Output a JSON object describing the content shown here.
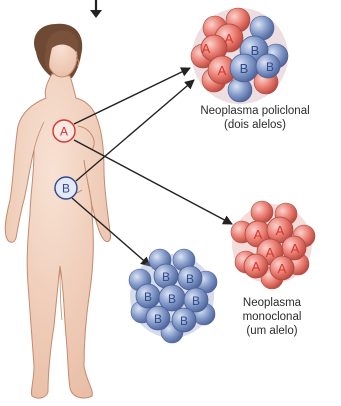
{
  "cells": {
    "a_label": "A",
    "b_label": "B"
  },
  "polyclonal": {
    "caption_line1": "Neoplasma policlonal",
    "caption_line2": "(dois alelos)",
    "cluster_labels": [
      "A",
      "A",
      "A",
      "B",
      "B",
      "B"
    ]
  },
  "monoclonal_a": {
    "cluster_labels": [
      "A",
      "A",
      "A",
      "A",
      "A",
      "A"
    ]
  },
  "monoclonal_b": {
    "caption_line1": "Neoplasma",
    "caption_line2": "monoclonal",
    "caption_line3": "(um alelo)",
    "cluster_labels": [
      "B",
      "B",
      "B",
      "B",
      "B",
      "B",
      "B"
    ]
  },
  "colors": {
    "skin": "#f2d3bf",
    "skin_shadow": "#d9a88e",
    "hair": "#6e4a35",
    "a_fill": "#e9746a",
    "a_light": "#f4b5ac",
    "a_text": "#d8342a",
    "b_fill": "#7a90c2",
    "b_light": "#b9c7e6",
    "b_text": "#2f4a8a",
    "arrow": "#222222"
  }
}
